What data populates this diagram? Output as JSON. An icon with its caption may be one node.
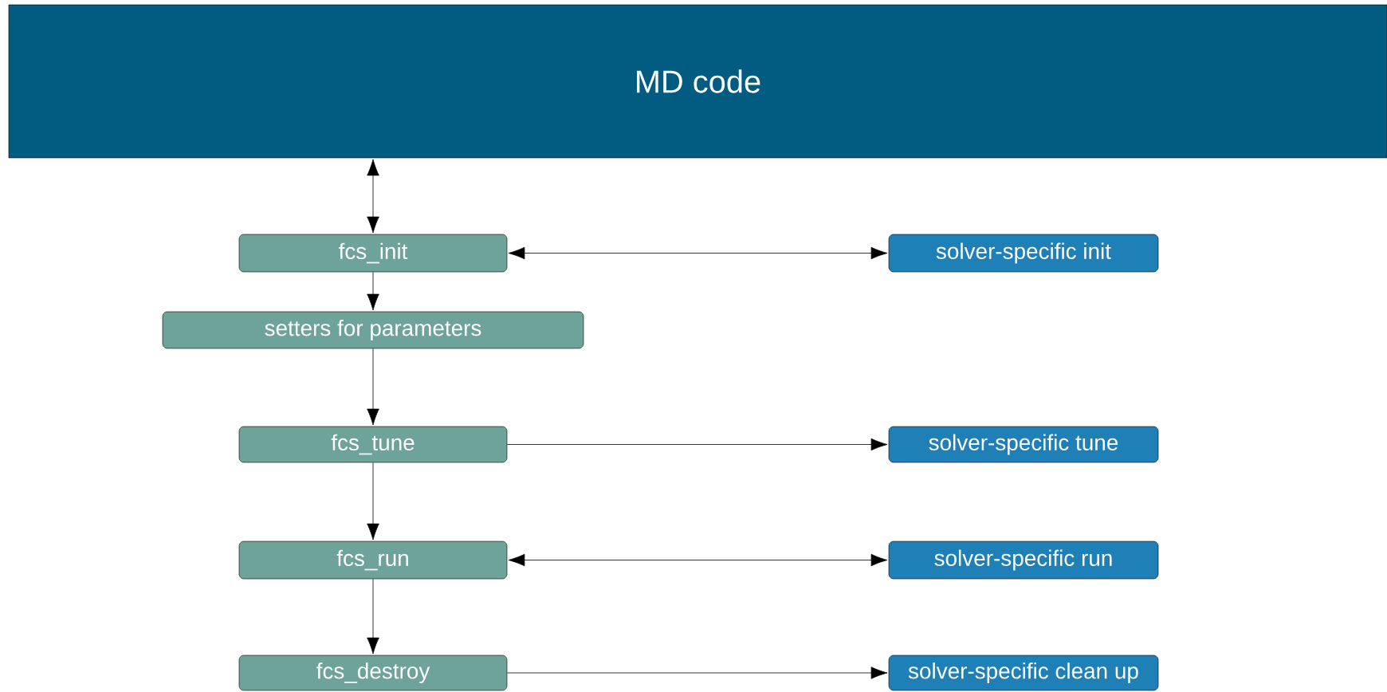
{
  "diagram": {
    "nodes": [
      {
        "text": [
          "MD code"
        ]
      },
      {
        "text": [
          "fcs_init"
        ]
      },
      {
        "text": [
          "solver-specific init"
        ]
      },
      {
        "text": [
          "setters for parameters"
        ]
      },
      {
        "text": [
          "fcs_tune"
        ]
      },
      {
        "text": [
          "solver-specific tune"
        ]
      },
      {
        "text": [
          "fcs_run"
        ]
      },
      {
        "text": [
          "solver-specific run"
        ]
      },
      {
        "text": [
          "fcs_destroy"
        ]
      },
      {
        "text": [
          "solver-specific clean up"
        ]
      }
    ],
    "edges": [
      {
        "from": 0,
        "to": 1,
        "arrow": "both"
      },
      {
        "from": 1,
        "to": 2,
        "arrow": "both"
      },
      {
        "from": 1,
        "to": 3,
        "arrow": "to"
      },
      {
        "from": 3,
        "to": 4,
        "arrow": "to"
      },
      {
        "from": 4,
        "to": 5,
        "arrow": "to"
      },
      {
        "from": 4,
        "to": 6,
        "arrow": "to"
      },
      {
        "from": 6,
        "to": 7,
        "arrow": "both"
      },
      {
        "from": 6,
        "to": 8,
        "arrow": "to"
      },
      {
        "from": 8,
        "to": 9,
        "arrow": "to"
      }
    ]
  }
}
